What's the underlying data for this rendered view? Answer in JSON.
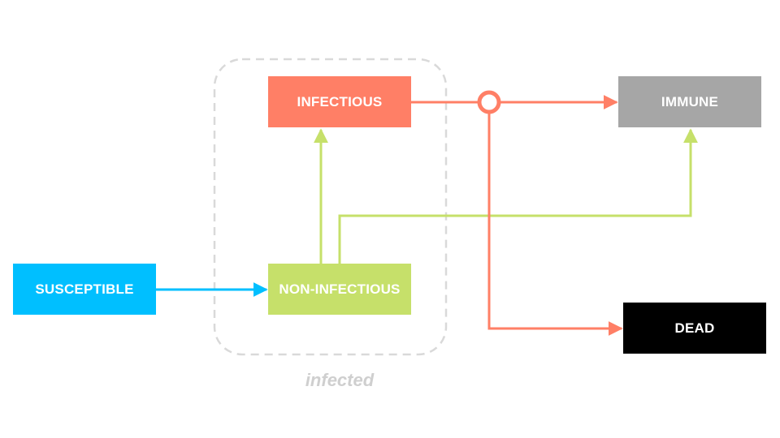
{
  "nodes": {
    "infectious": "INFECTIOUS",
    "immune": "IMMUNE",
    "susceptible": "SUSCEPTIBLE",
    "non_infectious": "NON-INFECTIOUS",
    "dead": "DEAD"
  },
  "group": {
    "label": "infected"
  },
  "colors": {
    "infectious": "#ff7f66",
    "immune": "#a6a6a6",
    "susceptible": "#00bfff",
    "non_infectious": "#c6e06a",
    "dead": "#000000",
    "group_border": "#cfcfcf"
  },
  "edges": [
    {
      "from": "susceptible",
      "to": "non_infectious"
    },
    {
      "from": "non_infectious",
      "to": "infectious"
    },
    {
      "from": "non_infectious",
      "to": "immune"
    },
    {
      "from": "infectious",
      "to": "immune"
    },
    {
      "from": "infectious",
      "to": "dead"
    }
  ]
}
